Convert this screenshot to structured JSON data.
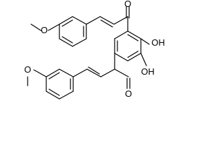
{
  "diagram": {
    "type": "chemical-structure",
    "atoms": {
      "methoxy_top_o": "O",
      "ketone_top_o": "O",
      "hydroxyl_top": "OH",
      "hydroxyl_bottom": "OH",
      "ketone_bottom_o": "O",
      "methoxy_bottom_o": "O"
    }
  }
}
